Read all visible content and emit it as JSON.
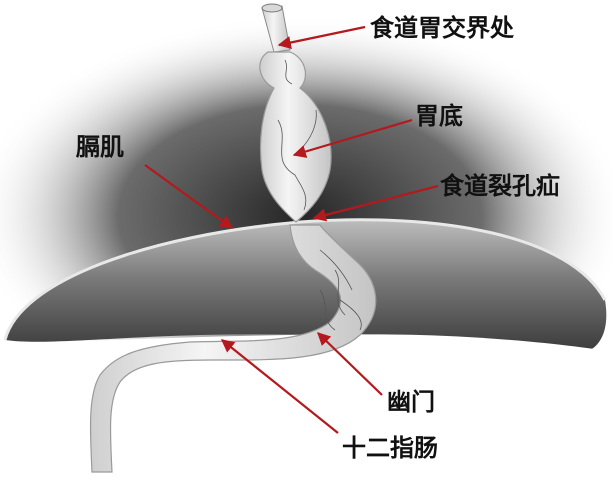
{
  "labels": {
    "ge_junction": "食道胃交界处",
    "fundus": "胃底",
    "diaphragm": "膈肌",
    "hiatal_hernia": "食道裂孔疝",
    "pylorus": "幽门",
    "duodenum": "十二指肠"
  },
  "colors": {
    "arrow": "#b3191d",
    "organ": "#e9e9e9",
    "organ_edge": "#9a9a9a",
    "vessel": "#555555",
    "label_text": "#111111"
  }
}
